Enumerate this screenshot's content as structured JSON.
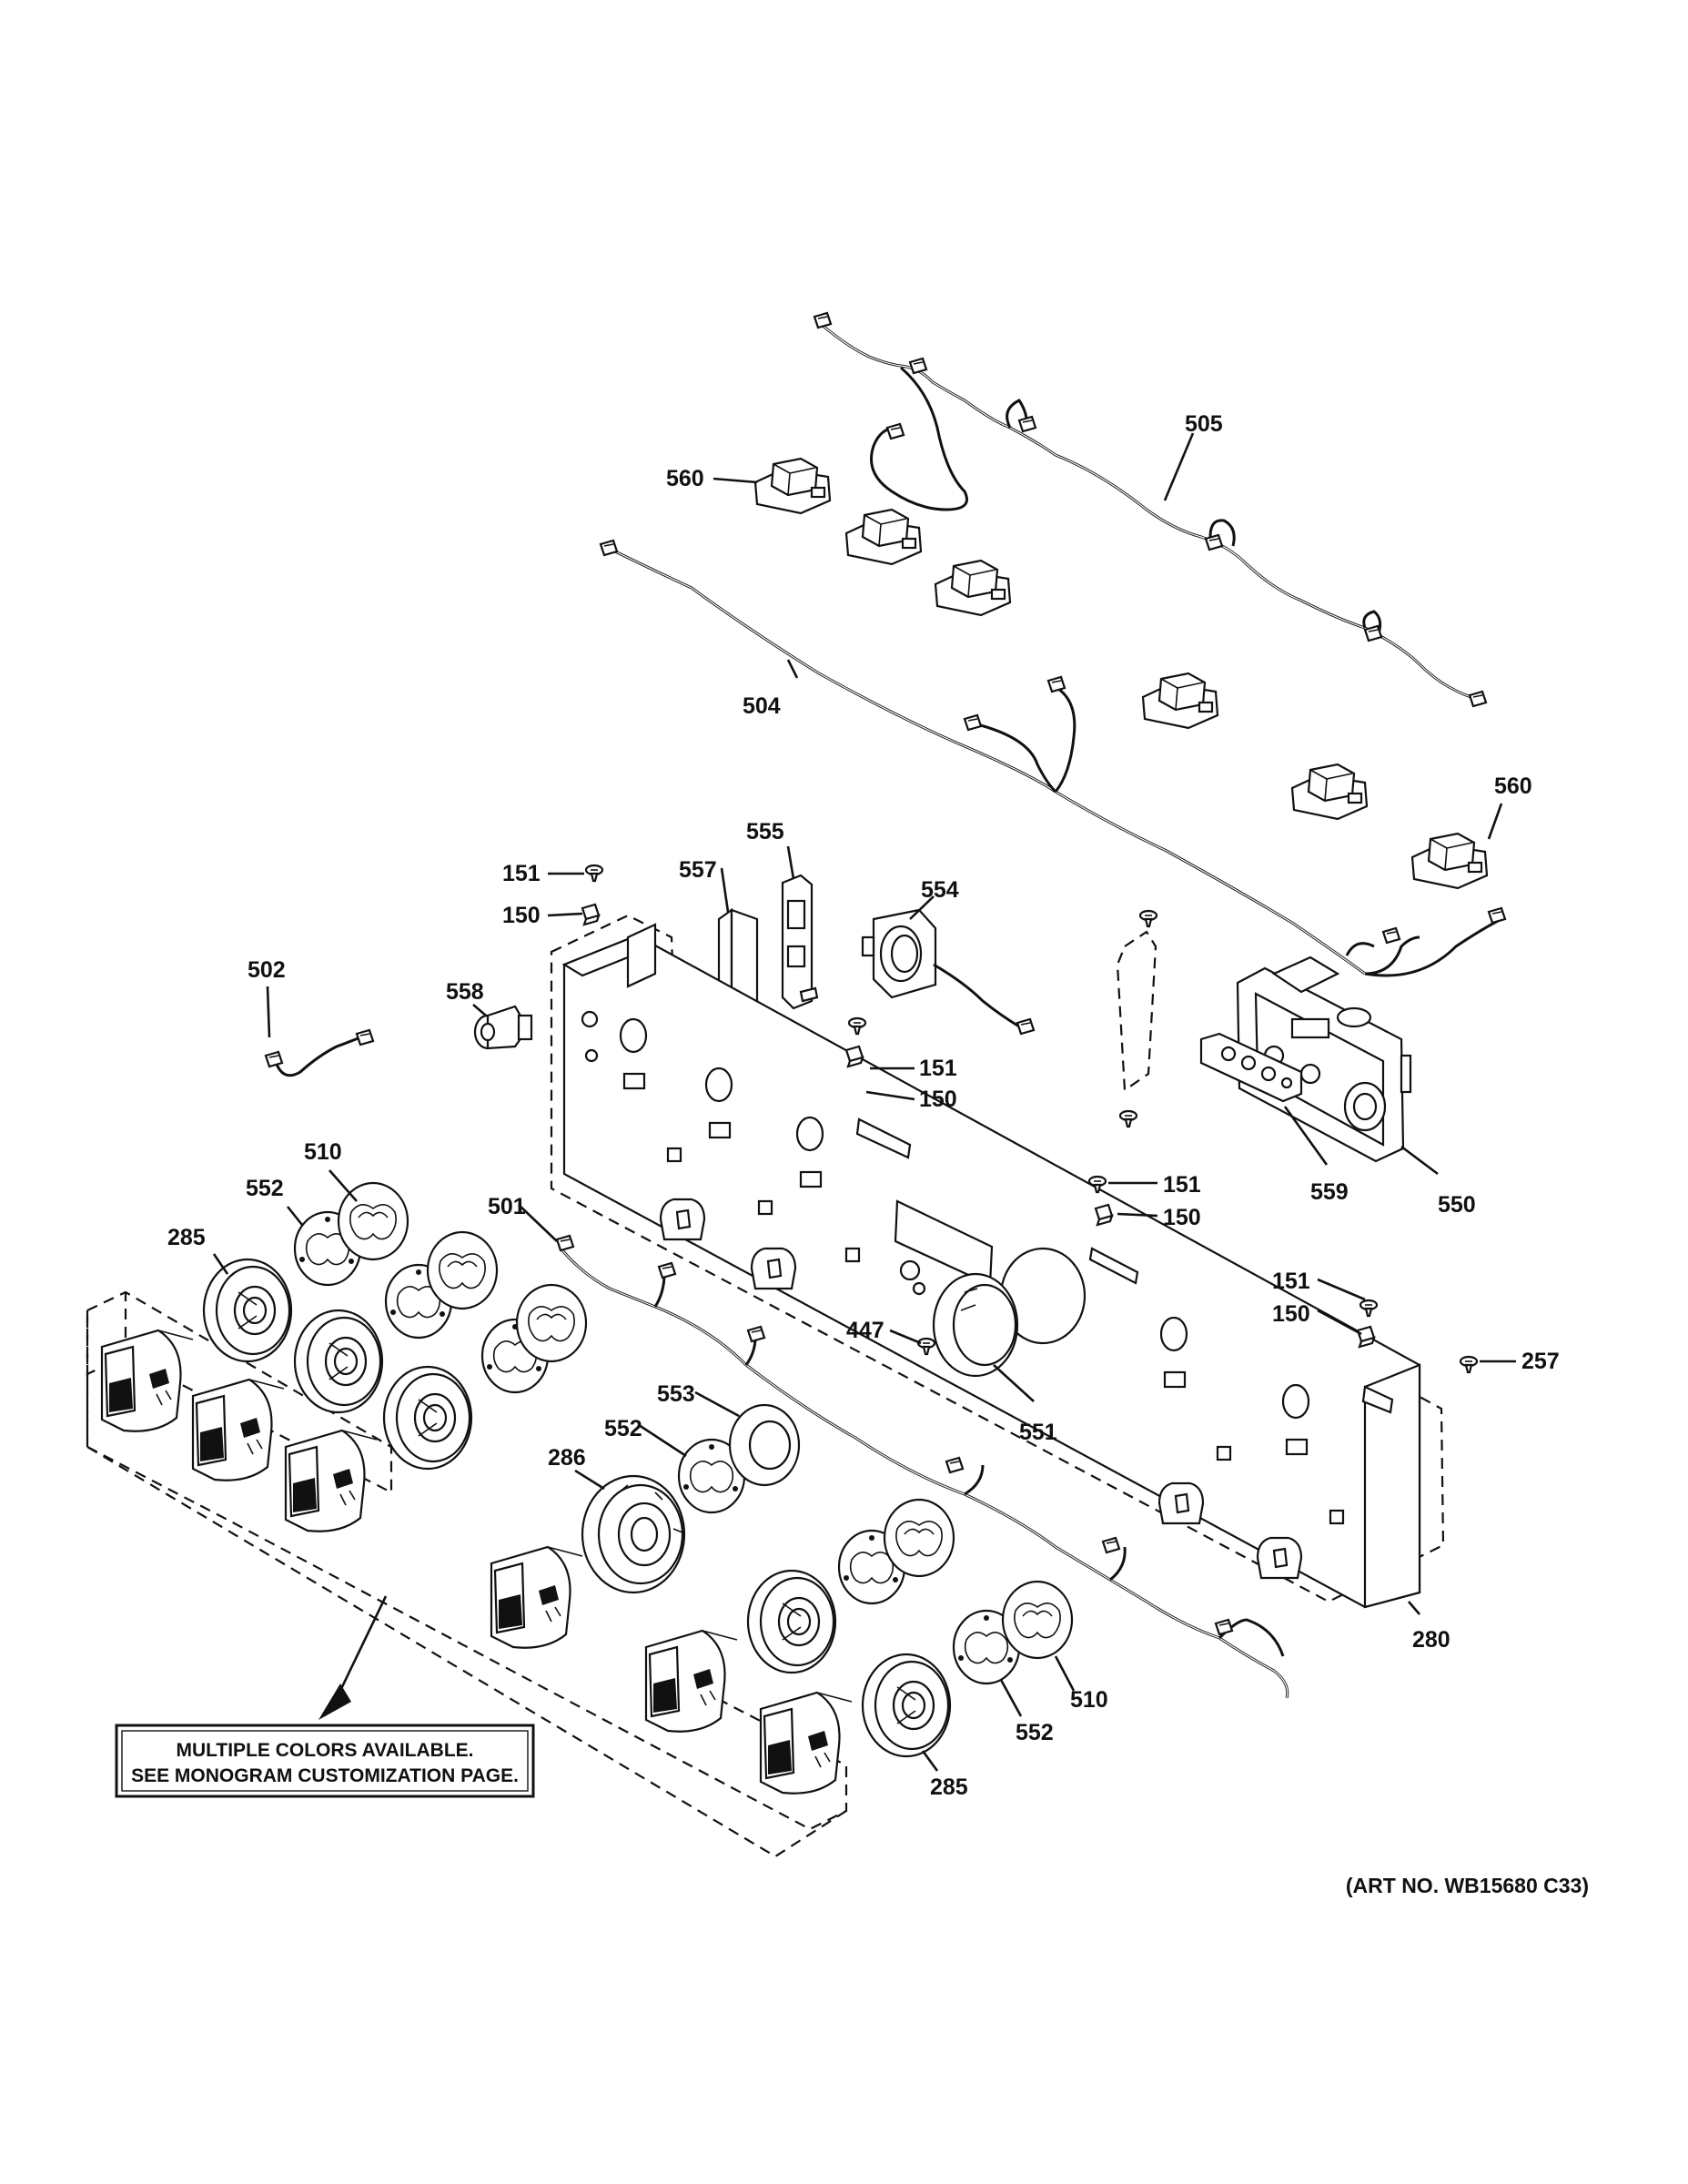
{
  "callouts": [
    {
      "id": "c505",
      "text": "505"
    },
    {
      "id": "c560a",
      "text": "560"
    },
    {
      "id": "c504",
      "text": "504"
    },
    {
      "id": "c560b",
      "text": "560"
    },
    {
      "id": "c555",
      "text": "555"
    },
    {
      "id": "c557",
      "text": "557"
    },
    {
      "id": "c554",
      "text": "554"
    },
    {
      "id": "c151a",
      "text": "151"
    },
    {
      "id": "c150a",
      "text": "150"
    },
    {
      "id": "c502",
      "text": "502"
    },
    {
      "id": "c558",
      "text": "558"
    },
    {
      "id": "c151b",
      "text": "151"
    },
    {
      "id": "c150b",
      "text": "150"
    },
    {
      "id": "c559",
      "text": "559"
    },
    {
      "id": "c550",
      "text": "550"
    },
    {
      "id": "c151c",
      "text": "151"
    },
    {
      "id": "c150c",
      "text": "150"
    },
    {
      "id": "c510a",
      "text": "510"
    },
    {
      "id": "c552a",
      "text": "552"
    },
    {
      "id": "c285a",
      "text": "285"
    },
    {
      "id": "c501",
      "text": "501"
    },
    {
      "id": "c151d",
      "text": "151"
    },
    {
      "id": "c150d",
      "text": "150"
    },
    {
      "id": "c447",
      "text": "447"
    },
    {
      "id": "c257",
      "text": "257"
    },
    {
      "id": "c553",
      "text": "553"
    },
    {
      "id": "c552b",
      "text": "552"
    },
    {
      "id": "c551",
      "text": "551"
    },
    {
      "id": "c286",
      "text": "286"
    },
    {
      "id": "c280",
      "text": "280"
    },
    {
      "id": "c510b",
      "text": "510"
    },
    {
      "id": "c552c",
      "text": "552"
    },
    {
      "id": "c285b",
      "text": "285"
    }
  ],
  "note": {
    "line1": "MULTIPLE COLORS AVAILABLE.",
    "line2": "SEE MONOGRAM CUSTOMIZATION PAGE."
  },
  "art_number": "(ART NO. WB15680 C33)"
}
